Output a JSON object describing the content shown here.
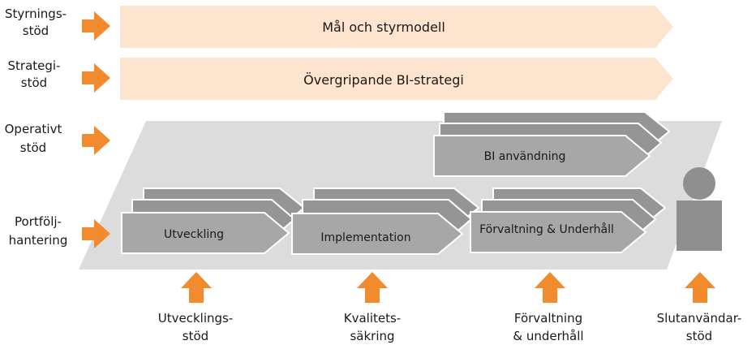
{
  "colors": {
    "arrow": "#f28a2e",
    "band": "#fde4cf",
    "platform": "#dcdcdc",
    "chevron_front": "#a7a7a7",
    "chevron_back": "#959595",
    "chevron_stroke": "#ffffff",
    "person": "#8f8f8f",
    "text": "#1a1a1a"
  },
  "left_labels": [
    {
      "lines": [
        "Styrnings-",
        "stöd"
      ]
    },
    {
      "lines": [
        "Strategi-",
        "stöd"
      ]
    },
    {
      "lines": [
        "Operativt",
        "stöd"
      ]
    },
    {
      "lines": [
        "Portfölj-",
        "hantering"
      ]
    }
  ],
  "bands": [
    {
      "label": "Mål och styrmodell"
    },
    {
      "label": "Övergripande BI-strategi"
    }
  ],
  "process_chevrons": [
    {
      "label": "Utveckling"
    },
    {
      "label": "Implementation"
    },
    {
      "label": "Förvaltning & Underhåll"
    }
  ],
  "bi_chevron": {
    "label": "BI användning"
  },
  "bottom_labels": [
    {
      "lines": [
        "Utvecklings-",
        "stöd"
      ]
    },
    {
      "lines": [
        "Kvalitets-",
        "säkring"
      ]
    },
    {
      "lines": [
        "Förvaltning",
        "& underhåll"
      ]
    },
    {
      "lines": [
        "Slutanvändar-",
        "stöd"
      ]
    }
  ],
  "icons": {
    "right_arrow": "right-arrow-icon",
    "up_arrow": "up-arrow-icon",
    "person": "person-icon"
  }
}
